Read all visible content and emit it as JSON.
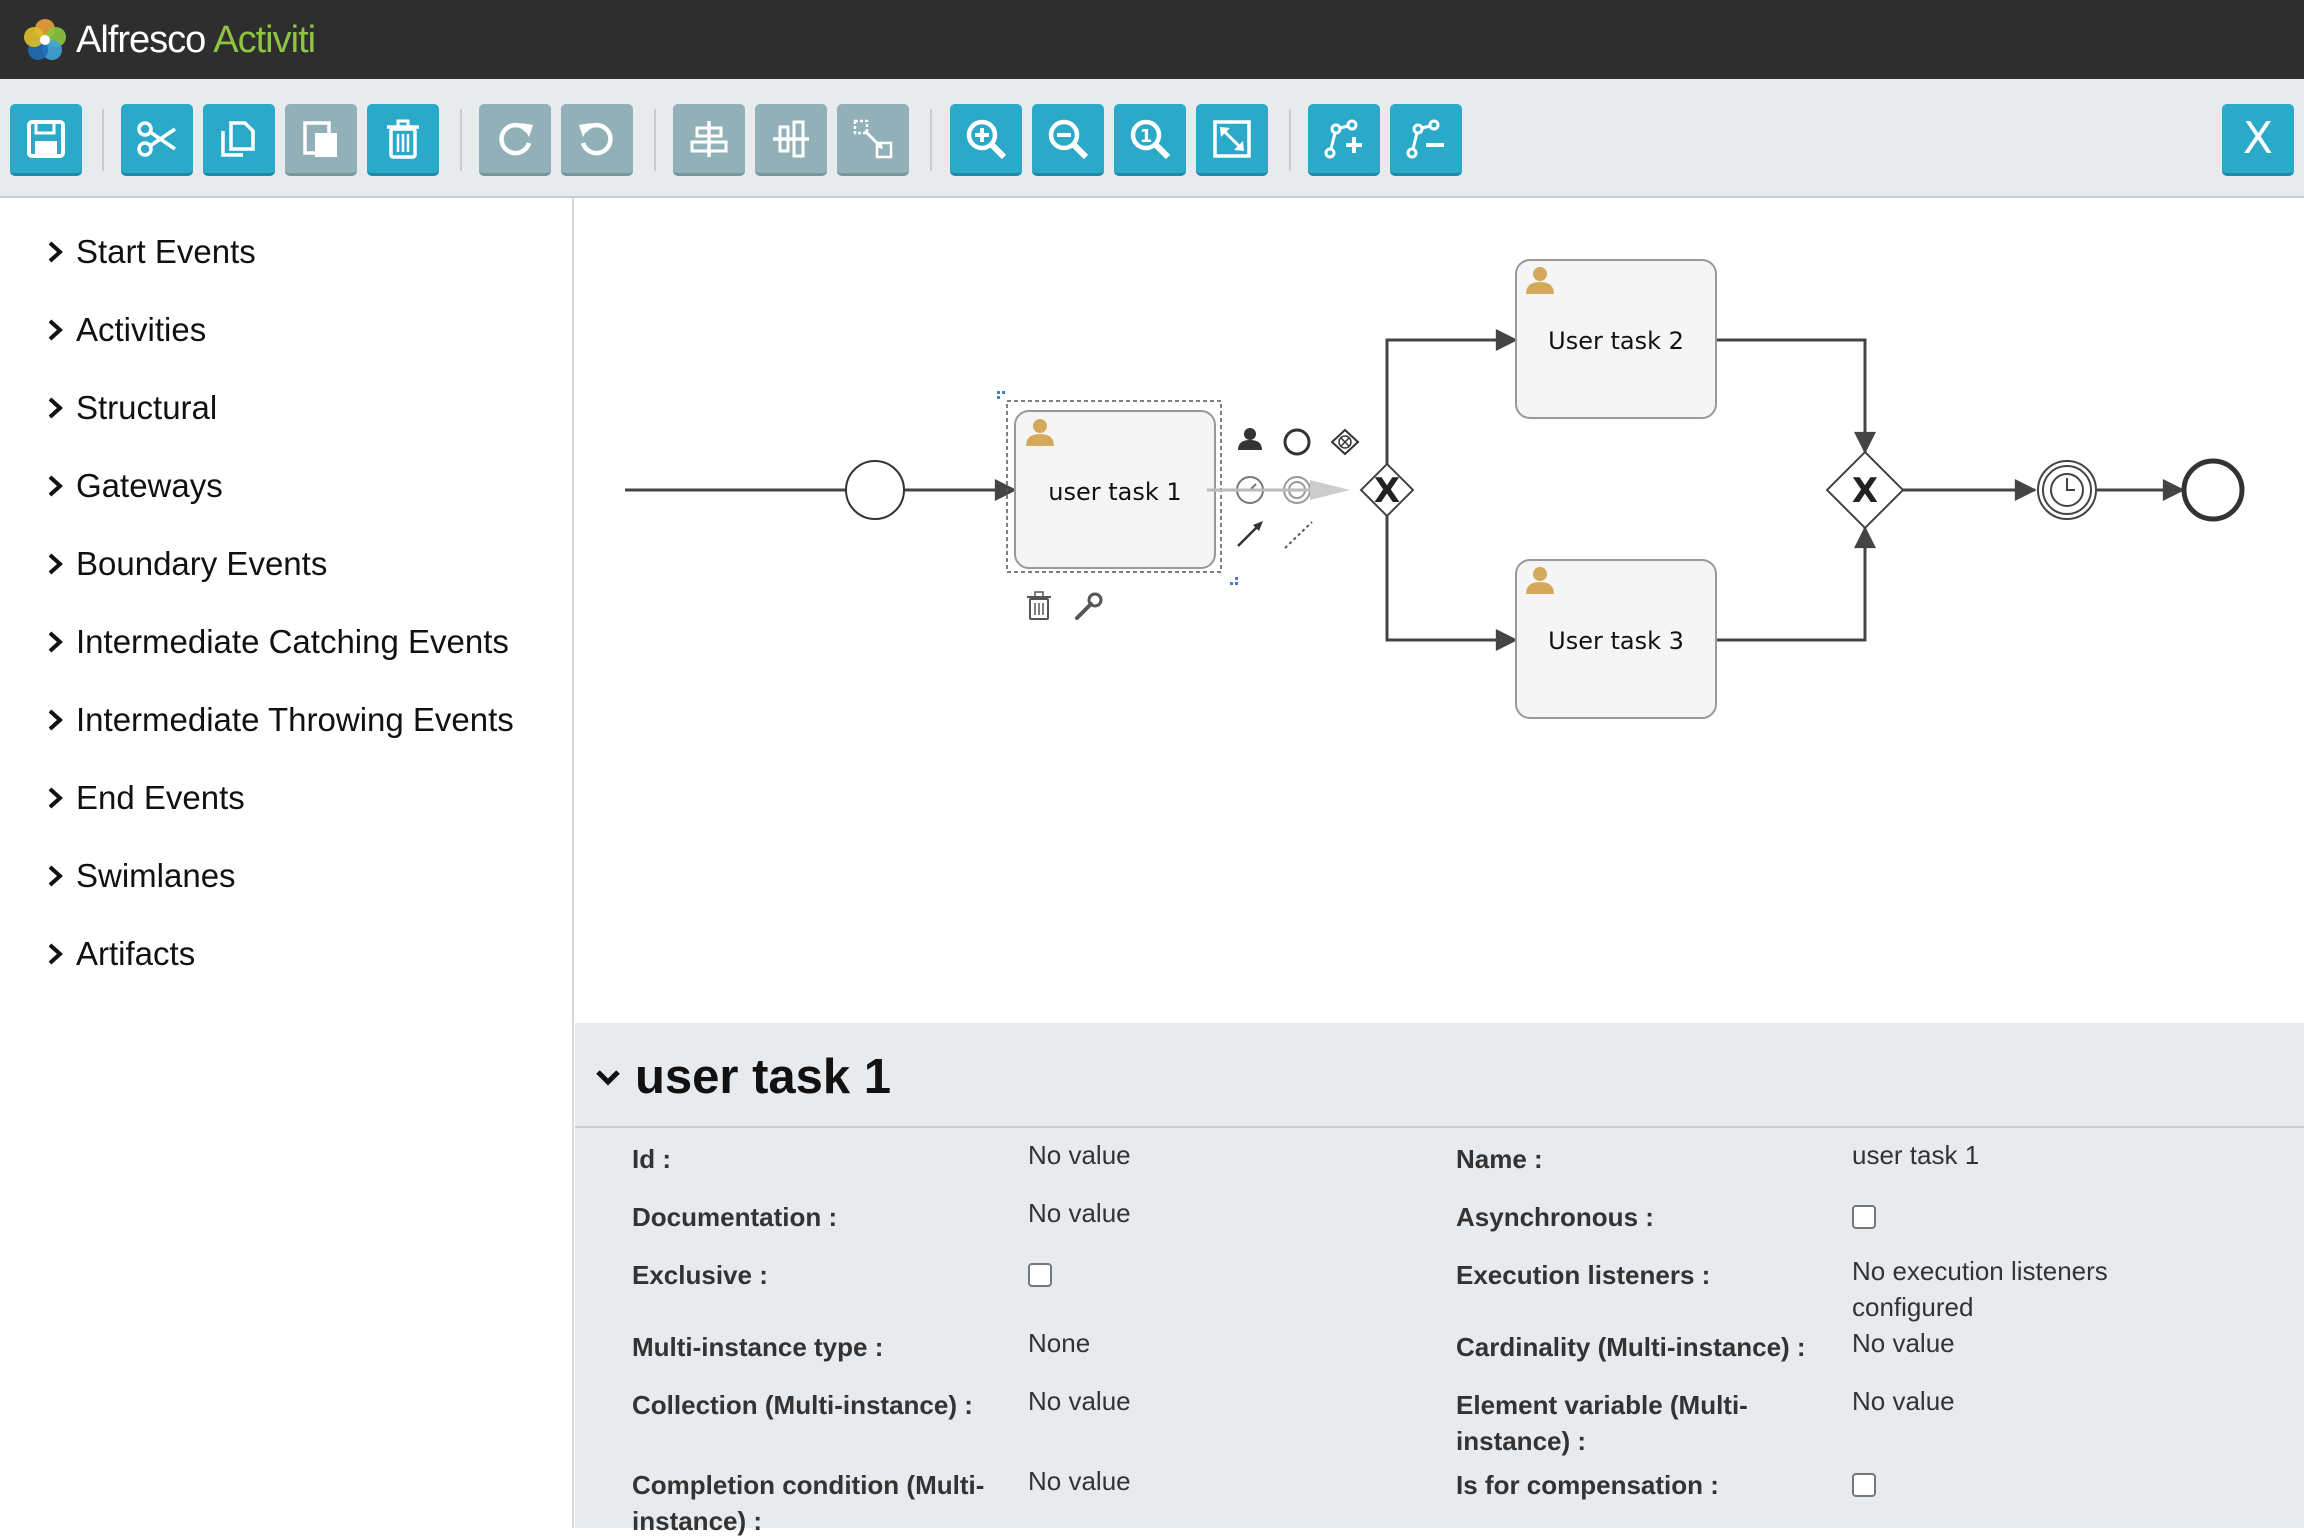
{
  "app": {
    "brand_part1": "Alfresco",
    "brand_part2": "Activiti"
  },
  "toolbar": {
    "buttons": [
      {
        "name": "save",
        "icon": "save-icon",
        "enabled": true
      },
      {
        "name": "cut",
        "icon": "scissors-icon",
        "enabled": true
      },
      {
        "name": "copy",
        "icon": "copy-icon",
        "enabled": true
      },
      {
        "name": "paste",
        "icon": "paste-icon",
        "enabled": false
      },
      {
        "name": "delete",
        "icon": "trash-icon",
        "enabled": true
      },
      {
        "name": "redo",
        "icon": "redo-icon",
        "enabled": false
      },
      {
        "name": "undo",
        "icon": "undo-icon",
        "enabled": false
      },
      {
        "name": "align-horizontal",
        "icon": "align-horizontal-icon",
        "enabled": false
      },
      {
        "name": "align-vertical",
        "icon": "align-vertical-icon",
        "enabled": false
      },
      {
        "name": "same-size",
        "icon": "same-size-icon",
        "enabled": false
      },
      {
        "name": "zoom-in",
        "icon": "zoom-in-icon",
        "enabled": true
      },
      {
        "name": "zoom-out",
        "icon": "zoom-out-icon",
        "enabled": true
      },
      {
        "name": "zoom-actual",
        "icon": "zoom-actual-icon",
        "enabled": true
      },
      {
        "name": "zoom-fit",
        "icon": "zoom-fit-icon",
        "enabled": true
      },
      {
        "name": "add-bendpoint",
        "icon": "add-bendpoint-icon",
        "enabled": true
      },
      {
        "name": "remove-bendpoint",
        "icon": "remove-bendpoint-icon",
        "enabled": true
      }
    ],
    "close_label": "X"
  },
  "palette": {
    "items": [
      {
        "label": "Start Events"
      },
      {
        "label": "Activities"
      },
      {
        "label": "Structural"
      },
      {
        "label": "Gateways"
      },
      {
        "label": "Boundary Events"
      },
      {
        "label": "Intermediate Catching Events"
      },
      {
        "label": "Intermediate Throwing Events"
      },
      {
        "label": "End Events"
      },
      {
        "label": "Swimlanes"
      },
      {
        "label": "Artifacts"
      }
    ]
  },
  "diagram": {
    "task1": "user task 1",
    "task2": "User task 2",
    "task3": "User task 3",
    "gateway_symbol": "X"
  },
  "properties": {
    "title": "user task 1",
    "left": [
      {
        "label": "Id :",
        "value": "No value"
      },
      {
        "label": "Documentation :",
        "value": "No value"
      },
      {
        "label": "Exclusive :",
        "checkbox": true,
        "checked": false
      },
      {
        "label": "Multi-instance type :",
        "value": "None"
      },
      {
        "label": "Collection (Multi-instance) :",
        "value": "No value"
      },
      {
        "label_line1": "Completion condition (Multi-",
        "label_line2": "instance) :",
        "value": "No value"
      }
    ],
    "right": [
      {
        "label": "Name :",
        "value": "user task 1"
      },
      {
        "label": "Asynchronous :",
        "checkbox": true,
        "checked": false
      },
      {
        "label": "Execution listeners :",
        "value_line1": "No execution listeners",
        "value_line2": "configured"
      },
      {
        "label": "Cardinality (Multi-instance) :",
        "value": "No value"
      },
      {
        "label_line1": "Element variable (Multi-",
        "label_line2": "instance) :",
        "value": "No value"
      },
      {
        "label": "Is for compensation :",
        "checkbox": true,
        "checked": false
      }
    ]
  },
  "colors": {
    "accent": "#2ba9c9",
    "accent_disabled": "#92b0b7",
    "topbar": "#2e2e2e",
    "panel": "#e7ebee",
    "user_icon": "#d4a95c",
    "brand_green": "#8cc540"
  }
}
